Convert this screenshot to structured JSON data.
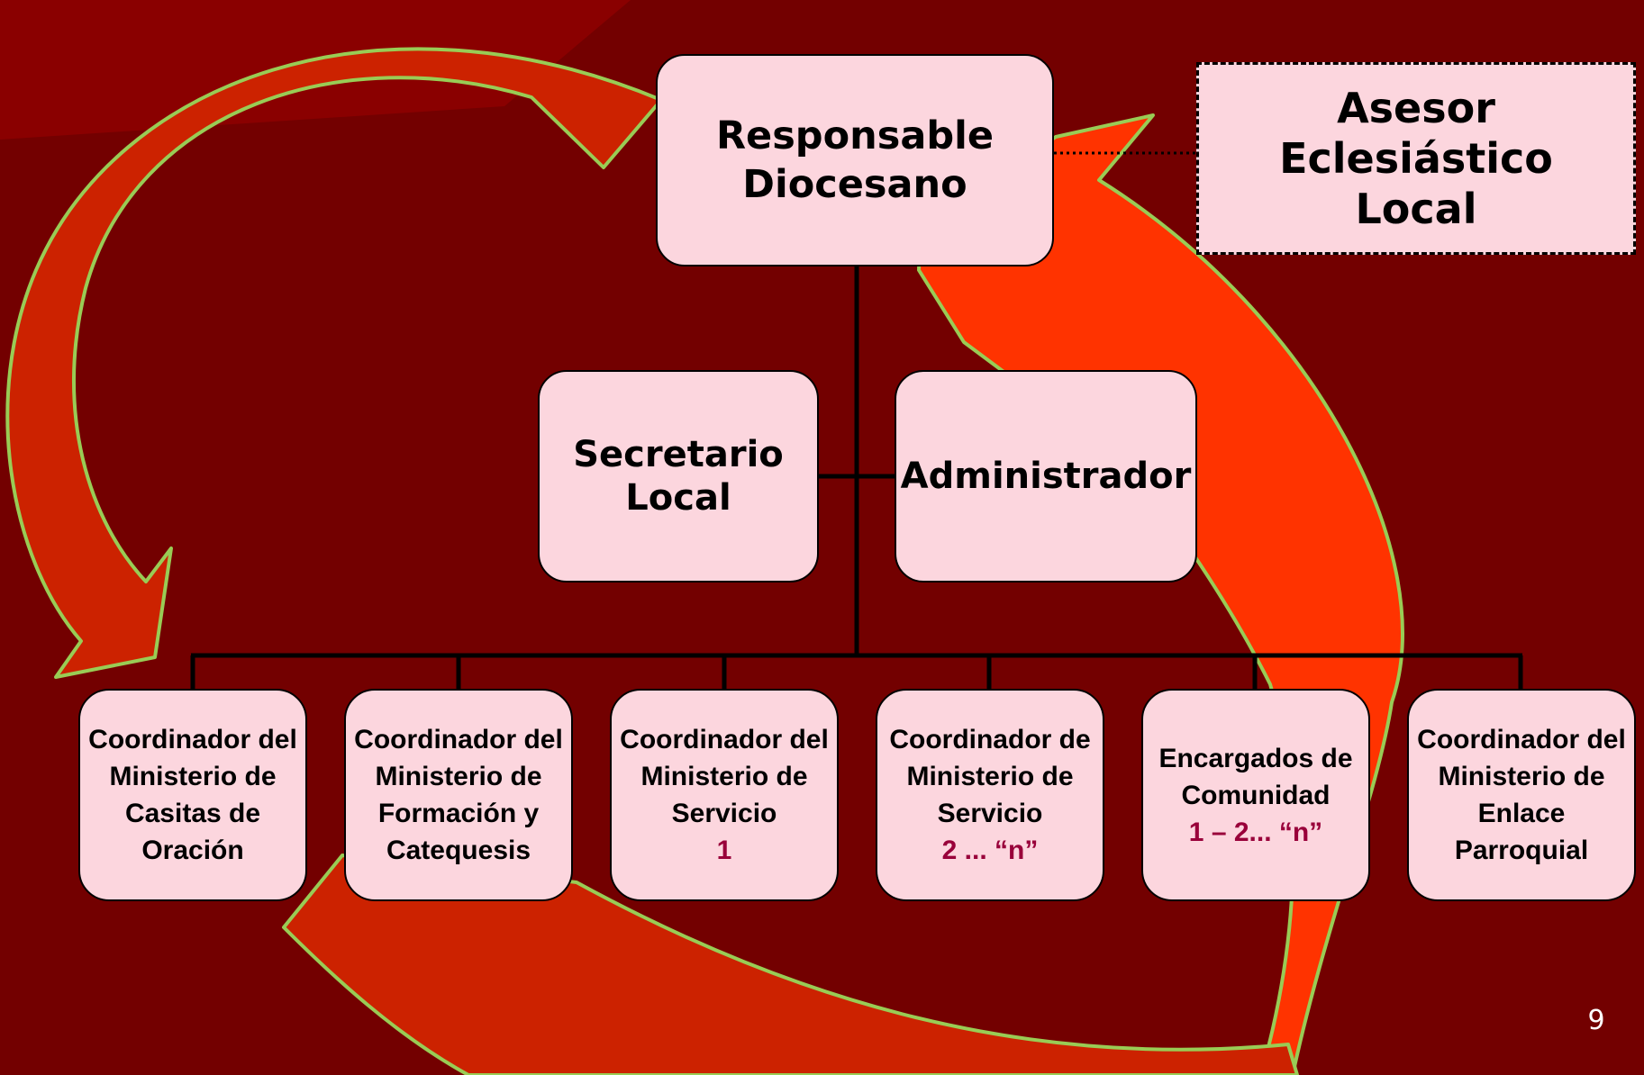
{
  "colors": {
    "background": "#730000",
    "box_fill": "#fcd6de",
    "arrow_fill": "#ff3300",
    "arrow_outline": "#99cc55",
    "accent_text": "#99003a"
  },
  "top": {
    "line1": "Responsable",
    "line2": "Diocesano"
  },
  "advisor": {
    "line1": "Asesor",
    "line2": "Eclesiástico",
    "line3": "Local"
  },
  "secretary": {
    "line1": "Secretario",
    "line2": "Local"
  },
  "administrator": {
    "label": "Administrador"
  },
  "ministries": [
    {
      "lines": [
        "Coordinador del",
        "Ministerio de",
        "Casitas de",
        "Oración"
      ],
      "accent": ""
    },
    {
      "lines": [
        "Coordinador del",
        "Ministerio de",
        "Formación y",
        "Catequesis"
      ],
      "accent": ""
    },
    {
      "lines": [
        "Coordinador del",
        "Ministerio de",
        "Servicio"
      ],
      "accent": "1"
    },
    {
      "lines": [
        "Coordinador de",
        "Ministerio de",
        "Servicio"
      ],
      "accent": "2 ... “n”"
    },
    {
      "lines": [
        "Encargados de",
        "Comunidad"
      ],
      "accent": "1 – 2... “n”"
    },
    {
      "lines": [
        "Coordinador del",
        "Ministerio de",
        "Enlace",
        "Parroquial"
      ],
      "accent": ""
    }
  ],
  "page_number": "9"
}
